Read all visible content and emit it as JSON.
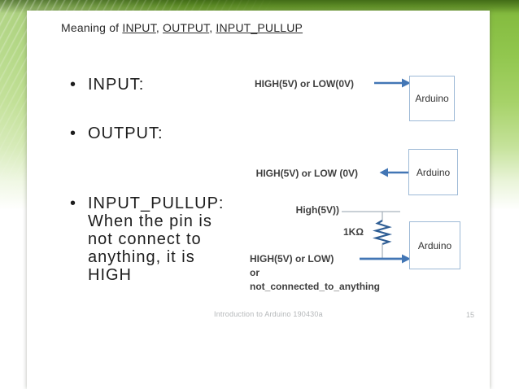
{
  "slide": {
    "title": {
      "prefix": "Meaning of ",
      "term1": "INPUT",
      "sep1": ", ",
      "term2": "OUTPUT",
      "sep2": ", ",
      "term3": "INPUT_PULLUP"
    },
    "bullets": [
      {
        "label": "INPUT:"
      },
      {
        "label": "OUTPUT:"
      },
      {
        "lines": [
          "INPUT_PULLUP:",
          "When the pin is",
          "not connect to",
          "anything, it is",
          "HIGH"
        ]
      }
    ],
    "diagram1": {
      "signal_label": "HIGH(5V) or LOW(0V)",
      "box_label": "Arduino"
    },
    "diagram2": {
      "signal_label": "HIGH(5V) or LOW (0V)",
      "box_label": "Arduino"
    },
    "diagram3": {
      "pullup_label": "High(5V))",
      "resistor_label": "1KΩ",
      "signal_lines": [
        "HIGH(5V) or LOW)",
        "or",
        "not_connected_to_anything"
      ],
      "box_label": "Arduino"
    },
    "footer": {
      "doc_title": "Introduction to Arduino 190430a",
      "page_number": "15"
    }
  },
  "colors": {
    "accent_green": "#8cc63f",
    "arrow_blue": "#4276b5",
    "resistor_blue": "#2e5d94",
    "box_border": "#9db9d6",
    "wire_gray": "#a9b3bd"
  }
}
